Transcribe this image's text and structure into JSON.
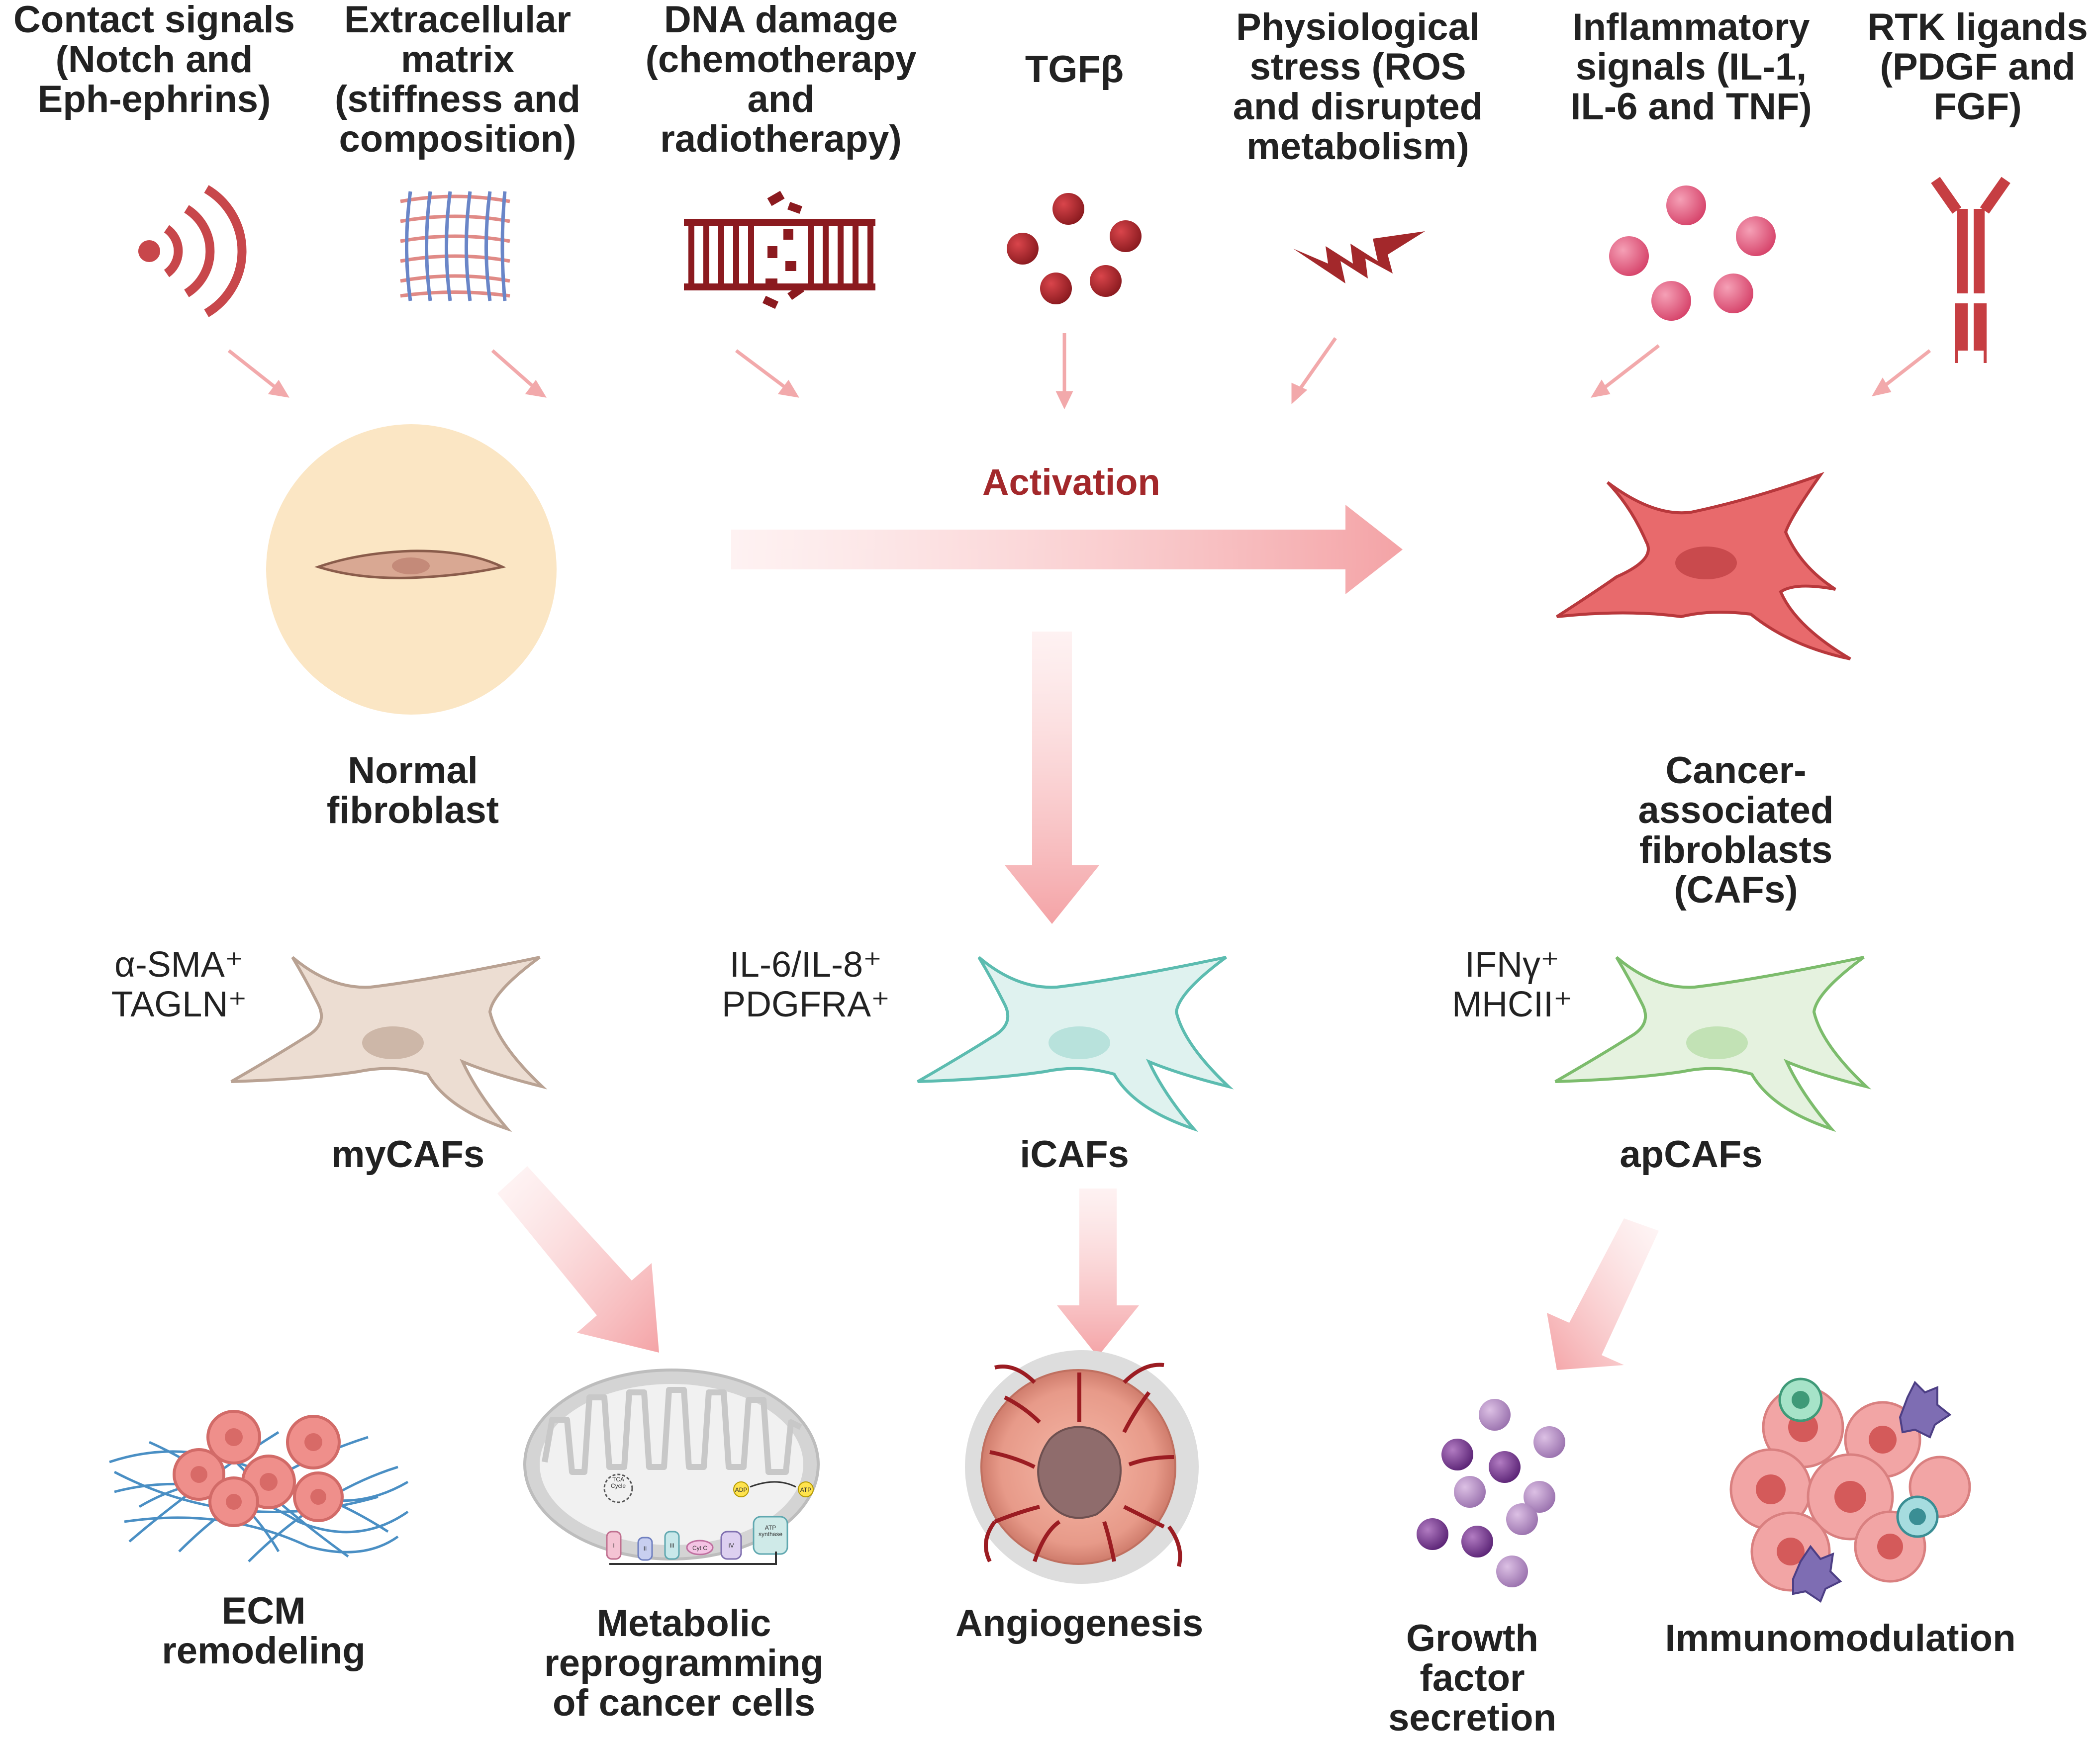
{
  "signals": [
    {
      "label": "Contact signals\n(Notch and\nEph-ephrins)",
      "icon": "wireless-signal-icon"
    },
    {
      "label": "Extracellular\nmatrix\n(stiffness and\ncomposition)",
      "icon": "fiber-mesh-icon"
    },
    {
      "label": "DNA damage\n(chemotherapy\nand\nradiotherapy)",
      "icon": "broken-dna-icon"
    },
    {
      "label": "TGFβ",
      "icon": "tgfb-molecules-icon"
    },
    {
      "label": "Physiological\nstress (ROS\nand disrupted\nmetabolism)",
      "icon": "lightning-bolt-icon"
    },
    {
      "label": "Inflammatory\nsignals (IL-1,\nIL-6 and TNF)",
      "icon": "cytokine-molecules-icon"
    },
    {
      "label": "RTK ligands\n(PDGF and\nFGF)",
      "icon": "receptor-antibody-icon"
    }
  ],
  "activation_label": "Activation",
  "normal_fibroblast_label": "Normal\nfibroblast",
  "caf_label": "Cancer-\nassociated\nfibroblasts\n(CAFs)",
  "subtypes": [
    {
      "name": "myCAFs",
      "markers": "α-SMA⁺\nTAGLN⁺",
      "color": "#b9a293"
    },
    {
      "name": "iCAFs",
      "markers": "IL-6/IL-8⁺\nPDGFRA⁺",
      "color": "#5cbcb0"
    },
    {
      "name": "apCAFs",
      "markers": "IFNγ⁺\nMHCII⁺",
      "color": "#7cbc6c"
    }
  ],
  "functions": [
    {
      "label": "ECM\nremodeling",
      "icon": "ecm-network-icon"
    },
    {
      "label": "Metabolic\nreprogramming\nof cancer cells",
      "icon": "mitochondrion-icon"
    },
    {
      "label": "Angiogenesis",
      "icon": "vascularized-tumor-icon"
    },
    {
      "label": "Growth\nfactor\nsecretion",
      "icon": "growth-factor-spheres-icon"
    },
    {
      "label": "Immunomodulation",
      "icon": "immune-cells-cluster-icon"
    }
  ],
  "mito_labels": {
    "tca": "TCA\nCycle",
    "adp": "ADP",
    "atp": "ATP",
    "atp_synthase": "ATP\nsynthase",
    "complex_1": "I",
    "complex_2": "II",
    "complex_3": "III",
    "cyt_c": "Cyt C",
    "complex_4": "IV"
  },
  "colors": {
    "accent_red": "#a3282b",
    "arrow_pink": "#f4aeb0",
    "caf_red": "#e86a6c",
    "normal_bg": "#fbe6c4"
  }
}
